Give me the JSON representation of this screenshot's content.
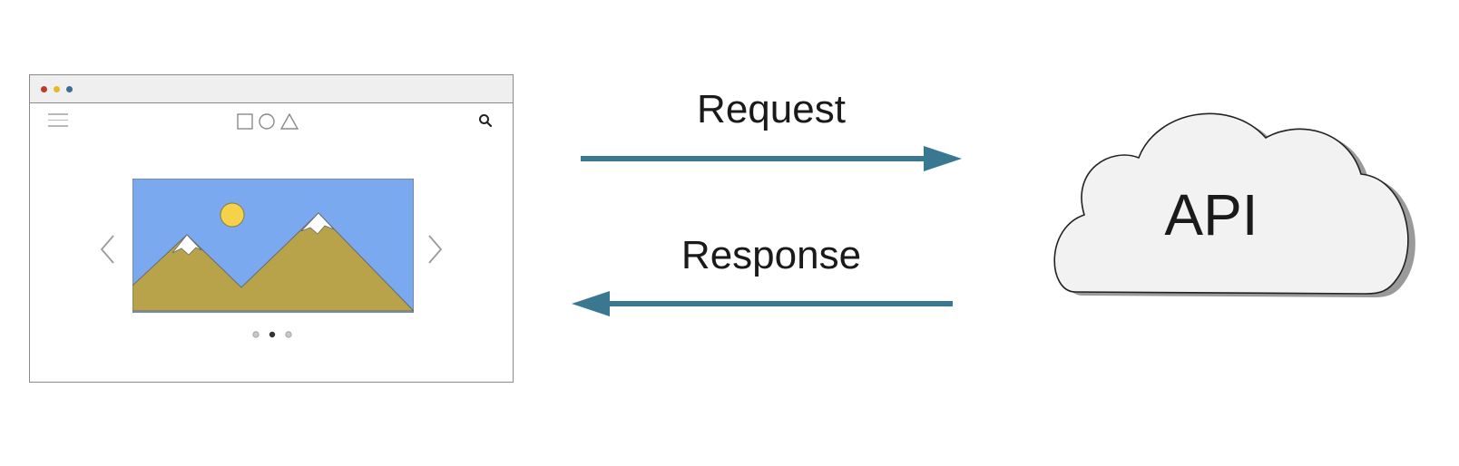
{
  "diagram": {
    "request_label": "Request",
    "response_label": "Response",
    "api_label": "API",
    "arrow_color": "#3a7891",
    "cloud_fill": "#f2f2f2",
    "sky_color": "#7aa9ef",
    "mountain_color": "#b8a34a",
    "sun_color": "#f4d24a"
  },
  "browser": {
    "window_dots": [
      "red",
      "yellow",
      "blue"
    ],
    "icons": [
      "hamburger-menu-icon",
      "square-icon",
      "circle-icon",
      "triangle-icon",
      "search-icon",
      "chevron-left-icon",
      "chevron-right-icon"
    ],
    "carousel_dots_count": 3,
    "carousel_active_index": 1
  }
}
